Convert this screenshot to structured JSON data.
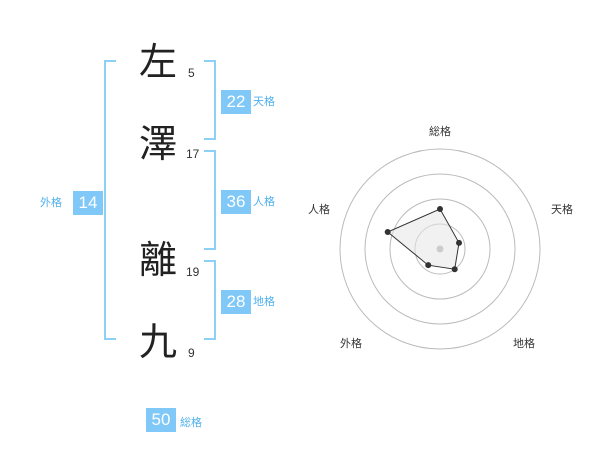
{
  "name": {
    "chars": [
      {
        "char": "左",
        "strokes": "5"
      },
      {
        "char": "澤",
        "strokes": "17"
      },
      {
        "char": "離",
        "strokes": "19"
      },
      {
        "char": "九",
        "strokes": "9"
      }
    ]
  },
  "fortunes": {
    "tenkaku": {
      "value": "22",
      "label": "天格"
    },
    "jinkaku": {
      "value": "36",
      "label": "人格"
    },
    "chikaku": {
      "value": "28",
      "label": "地格"
    },
    "gaikaku": {
      "value": "14",
      "label": "外格"
    },
    "soukaku": {
      "value": "50",
      "label": "総格"
    }
  },
  "colors": {
    "accent": "#7fc8f8",
    "label": "#4fb0ee",
    "bracket": "#8ccff7"
  },
  "chart_data": {
    "type": "radar",
    "axes": [
      "総格",
      "天格",
      "地格",
      "外格",
      "人格"
    ],
    "values": [
      0.4,
      0.2,
      0.25,
      0.2,
      0.55
    ],
    "rings": 4
  }
}
